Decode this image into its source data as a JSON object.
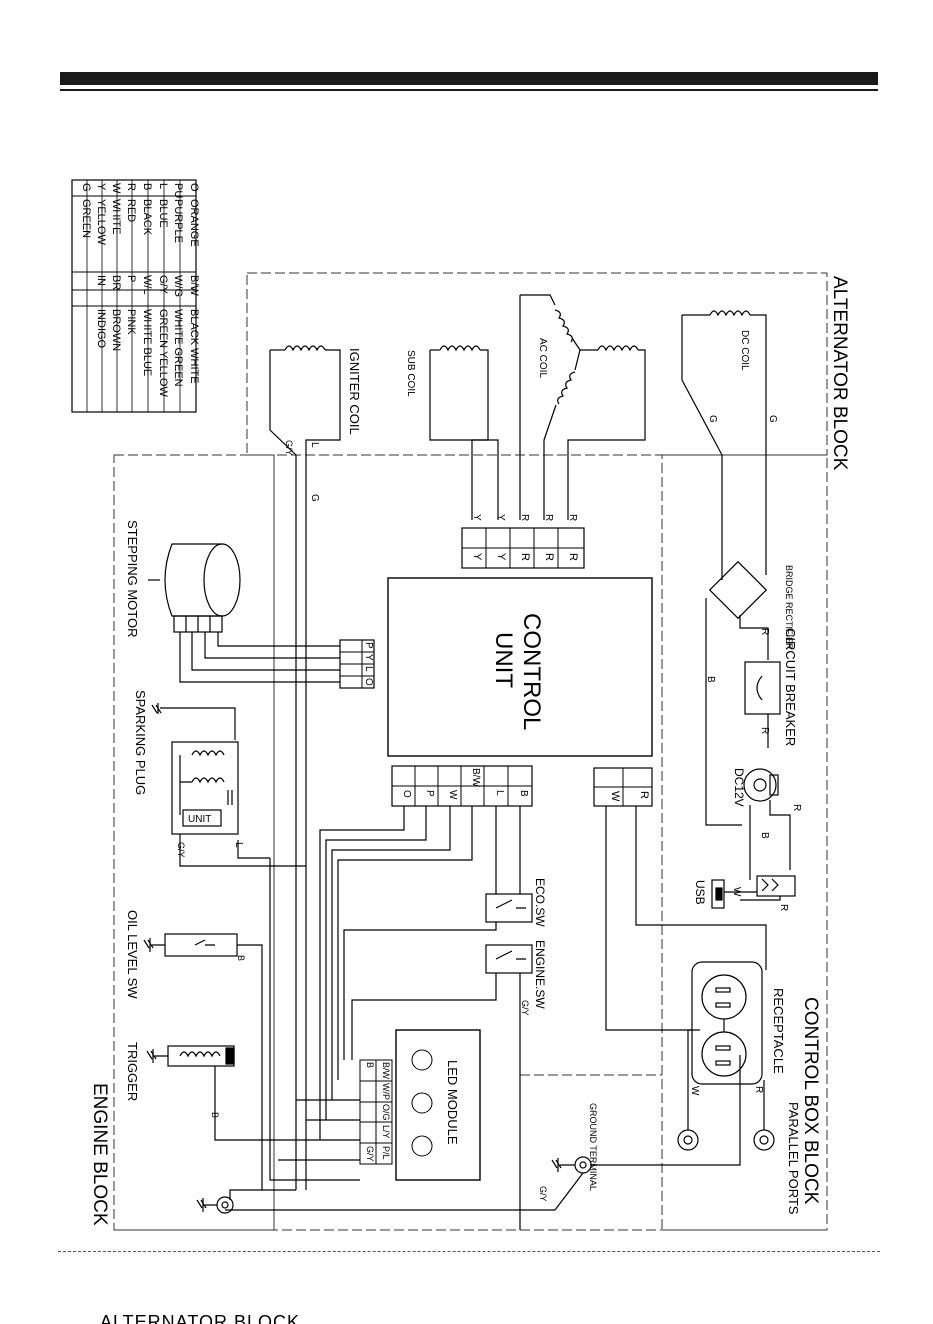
{
  "blocks": {
    "alternator": "ALTERNATOR BLOCK",
    "control_box": "CONTROL BOX BLOCK",
    "engine": "ENGINE BLOCK"
  },
  "legend": {
    "left": [
      {
        "code": "O",
        "name": "ORANGE"
      },
      {
        "code": "PU",
        "name": "PURPLE"
      },
      {
        "code": "L",
        "name": "BLUE"
      },
      {
        "code": "B",
        "name": "BLACK"
      },
      {
        "code": "R",
        "name": "RED"
      },
      {
        "code": "W",
        "name": "WHITE"
      },
      {
        "code": "Y",
        "name": "YELLOW"
      },
      {
        "code": "G",
        "name": "GREEN"
      }
    ],
    "right": [
      {
        "code": "B/W",
        "name": "BLACK WHITE"
      },
      {
        "code": "W/G",
        "name": "WHITE GREEN"
      },
      {
        "code": "G/Y",
        "name": "GREEN YELLOW"
      },
      {
        "code": "W/L",
        "name": "WHITE BLUE"
      },
      {
        "code": "P",
        "name": "PINK"
      },
      {
        "code": "BR",
        "name": "BROWN"
      },
      {
        "code": "IN",
        "name": "INDIGO"
      }
    ]
  },
  "components": {
    "dc_coil": "DC COIL",
    "ac_coil": "AC COIL",
    "sub_coil": "SUB COIL",
    "igniter_coil": "IGNITER COIL",
    "control_unit_1": "CONTROL",
    "control_unit_2": "UNIT",
    "bridge_rectifier": "BRIDGE RECTIFIER",
    "circuit_breaker": "CIRCUIT BREAKER",
    "dc12v": "DC12V",
    "usb": "USB",
    "receptacle": "RECEPTACLE",
    "parallel_ports": "PARALLEL PORTS",
    "ground_terminal": "GROUND TERMINAL",
    "stepping_motor": "STEPPING MOTOR",
    "sparking_plug": "SPARKING PLUG",
    "unit": "UNIT",
    "oil_level_sw": "OIL LEVEL SW",
    "trigger": "TRIGGER",
    "eco_sw": "ECO.SW",
    "engine_sw": "ENGINE.SW",
    "led_module": "LED MODULE"
  },
  "connectors": {
    "alternator_plug": [
      "R",
      "R",
      "R",
      "Y",
      "Y"
    ],
    "motor_plug": [
      "P",
      "Y",
      "L",
      "O"
    ],
    "output_plug": [
      "W",
      "R"
    ],
    "switch_plug": [
      "B",
      "L",
      "B/W",
      "W",
      "P",
      "O"
    ],
    "led_pins_top": [
      "B/W",
      "W/P",
      "O/G",
      "L/Y",
      "P/L"
    ],
    "led_pins_bottom": [
      "B",
      "",
      "",
      "",
      "G/Y"
    ]
  },
  "wire_labels": {
    "g": "G",
    "r": "R",
    "b": "B",
    "w": "W",
    "l": "L",
    "gy": "G/Y"
  },
  "footer_text": "ALTERNATOR BLOCK"
}
